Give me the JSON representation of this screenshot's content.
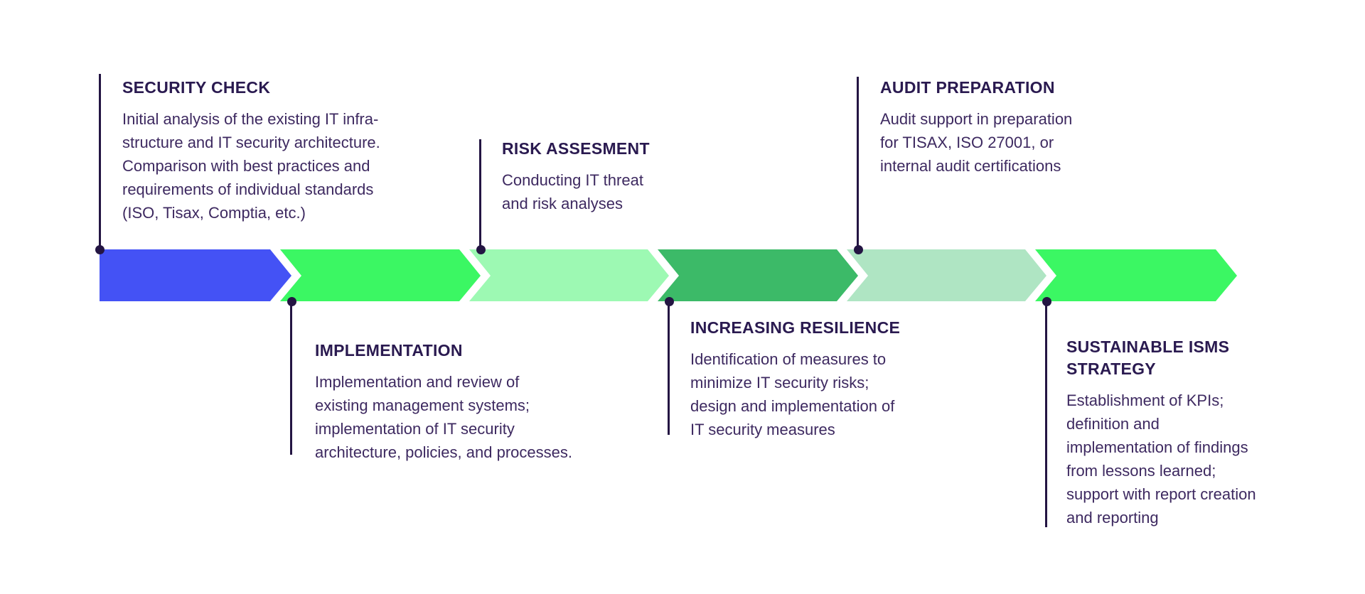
{
  "diagram": {
    "name": "isms-process-flow",
    "colors": {
      "background": "#FFFFFF",
      "title": "#2A1A50",
      "body": "#3D2960",
      "connector": "#241543"
    },
    "stages": [
      {
        "id": "security-check",
        "title": "SECURITY CHECK",
        "description": "Initial analysis of the existing IT infra-\nstructure and IT security architecture.\nComparison with best practices and\nrequirements of individual standards\n(ISO, Tisax, Comptia, etc.)",
        "color": "#4452F5",
        "label_position": "top"
      },
      {
        "id": "implementation",
        "title": "IMPLEMENTATION",
        "description": "Implementation and review of\nexisting management systems;\nimplementation of IT security\narchitecture, policies, and processes.",
        "color": "#3BF763",
        "label_position": "bottom"
      },
      {
        "id": "risk-assesment",
        "title": "RISK ASSESMENT",
        "description": "Conducting IT threat\nand risk analyses",
        "color": "#9DF9B3",
        "label_position": "top"
      },
      {
        "id": "increasing-resilience",
        "title": "INCREASING RESILIENCE",
        "description": "Identification of measures to\nminimize IT security risks;\ndesign and implementation of\nIT security measures",
        "color": "#3CBA68",
        "label_position": "bottom"
      },
      {
        "id": "audit-preparation",
        "title": "AUDIT PREPARATION",
        "description": "Audit support in preparation\nfor TISAX, ISO 27001, or\ninternal audit certifications",
        "color": "#AFE5C3",
        "label_position": "top"
      },
      {
        "id": "sustainable-isms-strategy",
        "title": "SUSTAINABLE ISMS\nSTRATEGY",
        "description": "Establishment of KPIs;\ndefinition and\nimplementation of findings\nfrom lessons learned;\nsupport with report creation\nand reporting",
        "color": "#3BF763",
        "label_position": "bottom"
      }
    ]
  }
}
